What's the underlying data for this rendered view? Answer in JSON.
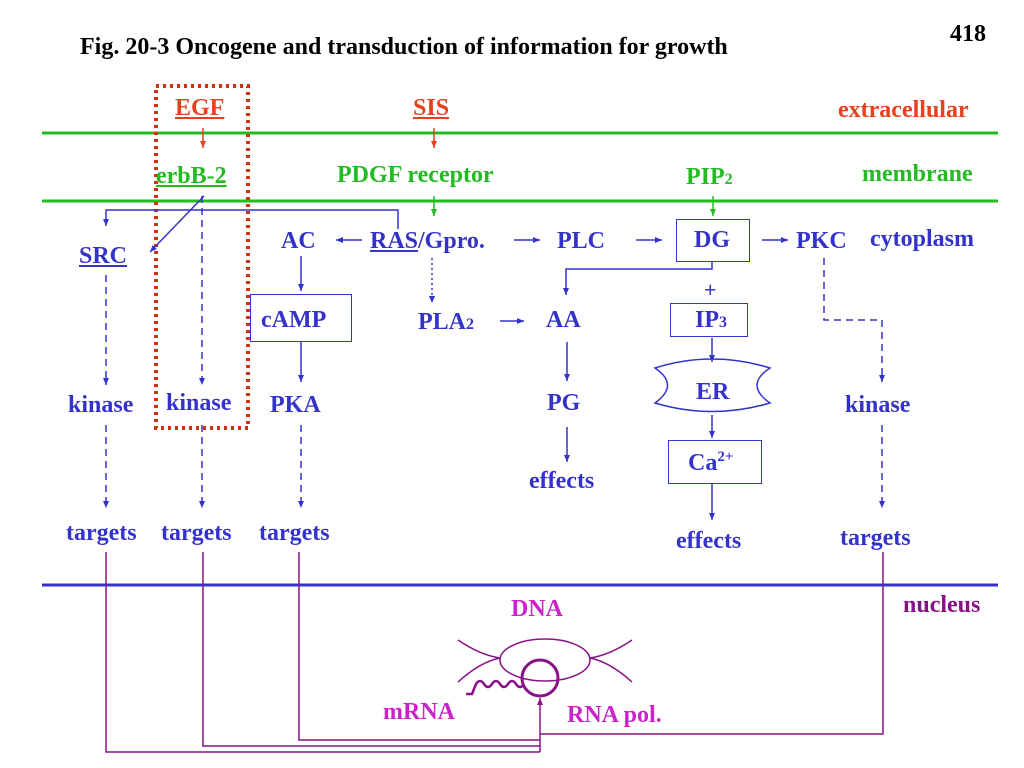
{
  "header": {
    "page_number": "418",
    "title": "Fig. 20-3  Oncogene and transduction of information for growth"
  },
  "regions": {
    "extracellular": "extracellular",
    "membrane": "membrane",
    "cytoplasm": "cytoplasm",
    "nucleus": "nucleus"
  },
  "ligands": {
    "egf": "EGF",
    "sis": "SIS"
  },
  "receptors": {
    "erbb2": "erbB-2",
    "pdgf": "PDGF receptor",
    "pip2_main": "PIP",
    "pip2_sub": "2"
  },
  "cytoplasm_nodes": {
    "src": "SRC",
    "ac": "AC",
    "ras": "RAS",
    "gpro": "/Gpro.",
    "plc": "PLC",
    "dg": "DG",
    "pkc": "PKC",
    "camp": "cAMP",
    "pla2_main": "PLA",
    "pla2_sub": "2",
    "aa": "AA",
    "plus": "+",
    "ip3_main": "IP",
    "ip3_sub": "3",
    "er": "ER",
    "pg": "PG",
    "ca_main": "Ca",
    "ca_sup": "2+",
    "kinase_src": "kinase",
    "kinase_erb": "kinase",
    "pka": "PKA",
    "kinase_pkc": "kinase",
    "effects_pg": "effects",
    "effects_ca": "effects"
  },
  "targets": [
    "targets",
    "targets",
    "targets",
    "targets"
  ],
  "nucleus": {
    "dna": "DNA",
    "mrna": "mRNA",
    "rna_pol": "RNA pol."
  },
  "colors": {
    "blue": "#3333cc",
    "green": "#22bb22",
    "red": "#e8401c",
    "brown_dotted": "#cc3311",
    "purple": "#cc22cc",
    "dark_purple": "#881188"
  }
}
